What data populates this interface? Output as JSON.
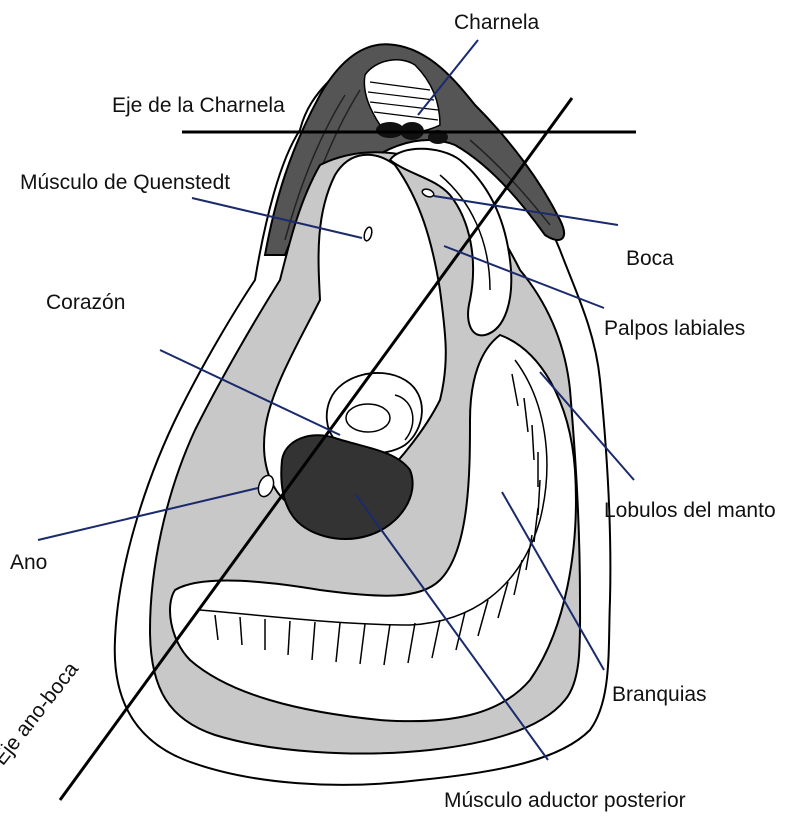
{
  "diagram": {
    "labels": {
      "charnela": "Charnela",
      "eje_charnela": "Eje de la Charnela",
      "musculo_quenstedt": "Músculo de Quenstedt",
      "boca": "Boca",
      "corazon": "Corazón",
      "palpos": "Palpos labiales",
      "lobulos": "Lobulos del manto",
      "ano": "Ano",
      "branquias": "Branquias",
      "eje_ano_boca": "Eje ano-boca",
      "aductor": "Músculo aductor posterior"
    },
    "colors": {
      "leader_line": "#1a2a6c",
      "shell_dark": "#555555",
      "mantle_gray": "#c8c8c8",
      "muscle_fill": "#333333",
      "outline": "#000000"
    }
  }
}
